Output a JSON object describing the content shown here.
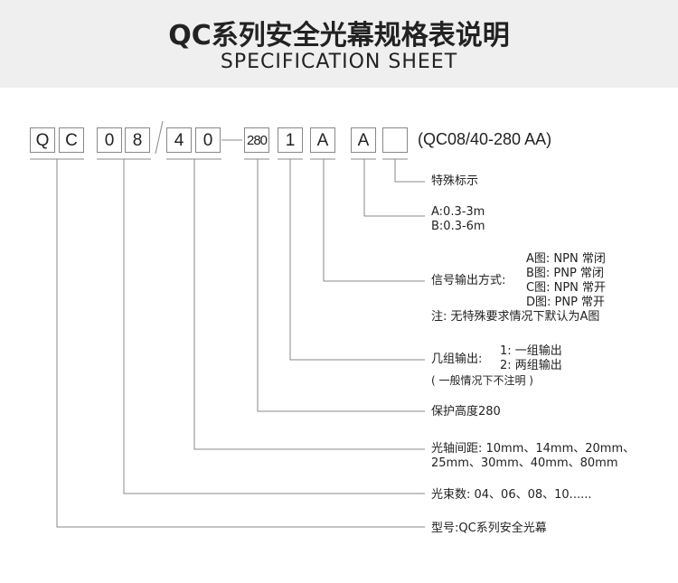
{
  "header": {
    "title": "QC系列安全光幕规格表说明",
    "subtitle": "SPECIFICATION SHEET"
  },
  "code_boxes": [
    "Q",
    "C",
    "0",
    "8",
    "4",
    "0",
    "280",
    "1",
    "A",
    "A",
    ""
  ],
  "slash": "/",
  "example": "(QC08/40-280 AA)",
  "labels": {
    "special": "特殊标示",
    "range_a": "A:0.3-3m",
    "range_b": "B:0.3-6m",
    "output_mode": "信号输出方式:",
    "mode_a": "A图: NPN 常闭",
    "mode_b": "B图: PNP 常闭",
    "mode_c": "C图: NPN 常开",
    "mode_d": "D图: PNP 常开",
    "mode_note": "注: 无特殊要求情况下默认为A图",
    "groups": "几组输出:",
    "group_1": "1: 一组输出",
    "group_2": "2: 两组输出",
    "group_note": "( 一般情况下不注明 )",
    "height": "保护高度280",
    "spacing_1": "光轴间距: 10mm、14mm、20mm、",
    "spacing_2": "25mm、30mm、40mm、80mm",
    "beams": "光束数: 04、06、08、10......",
    "model": "型号:QC系列安全光幕"
  }
}
